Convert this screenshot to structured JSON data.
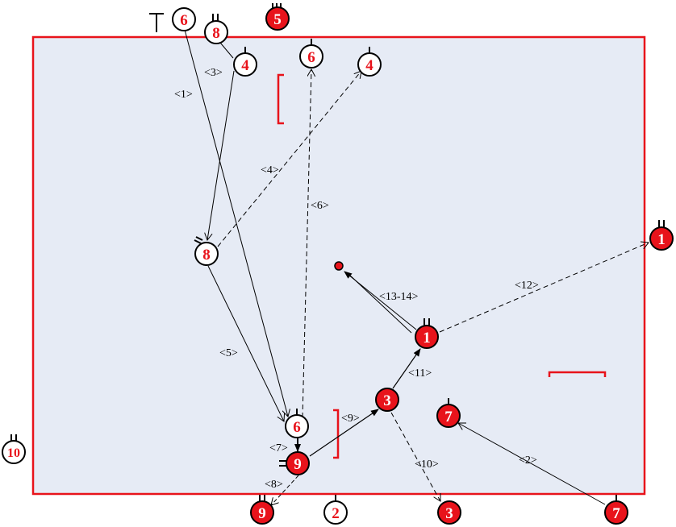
{
  "colors": {
    "field_fill": "#e6ebf5",
    "field_border": "#e8131b",
    "red": "#e8131b",
    "black": "#000000",
    "white": "#ffffff",
    "number_on_white": "#e8131b",
    "number_on_red": "#ffffff"
  },
  "players": [
    {
      "id": "p6_top",
      "number": "6",
      "team": "white"
    },
    {
      "id": "p8_top",
      "number": "8",
      "team": "white"
    },
    {
      "id": "p5_top",
      "number": "5",
      "team": "red"
    },
    {
      "id": "p4_left",
      "number": "4",
      "team": "white"
    },
    {
      "id": "p6_mid",
      "number": "6",
      "team": "white"
    },
    {
      "id": "p4_right",
      "number": "4",
      "team": "white"
    },
    {
      "id": "p1_right",
      "number": "1",
      "team": "red"
    },
    {
      "id": "p8_center",
      "number": "8",
      "team": "white"
    },
    {
      "id": "p1_center",
      "number": "1",
      "team": "red"
    },
    {
      "id": "p3_mid",
      "number": "3",
      "team": "red"
    },
    {
      "id": "p7_mid",
      "number": "7",
      "team": "red"
    },
    {
      "id": "p6_low",
      "number": "6",
      "team": "white"
    },
    {
      "id": "p9_low",
      "number": "9",
      "team": "red"
    },
    {
      "id": "p10_left",
      "number": "10",
      "team": "white"
    },
    {
      "id": "p9_bottom",
      "number": "9",
      "team": "red"
    },
    {
      "id": "p2_bottom",
      "number": "2",
      "team": "white"
    },
    {
      "id": "p3_bottom",
      "number": "3",
      "team": "red"
    },
    {
      "id": "p7_bottom",
      "number": "7",
      "team": "red"
    }
  ],
  "moves": [
    {
      "id": "m1",
      "label": "<1>"
    },
    {
      "id": "m2",
      "label": "<2>"
    },
    {
      "id": "m3",
      "label": "<3>"
    },
    {
      "id": "m4",
      "label": "<4>"
    },
    {
      "id": "m5",
      "label": "<5>"
    },
    {
      "id": "m6",
      "label": "<6>"
    },
    {
      "id": "m7",
      "label": "<7>"
    },
    {
      "id": "m8",
      "label": "<8>"
    },
    {
      "id": "m9",
      "label": "<9>"
    },
    {
      "id": "m10",
      "label": "<10>"
    },
    {
      "id": "m11",
      "label": "<11>"
    },
    {
      "id": "m12",
      "label": "<12>"
    },
    {
      "id": "m13",
      "label": "<13-14>"
    }
  ]
}
